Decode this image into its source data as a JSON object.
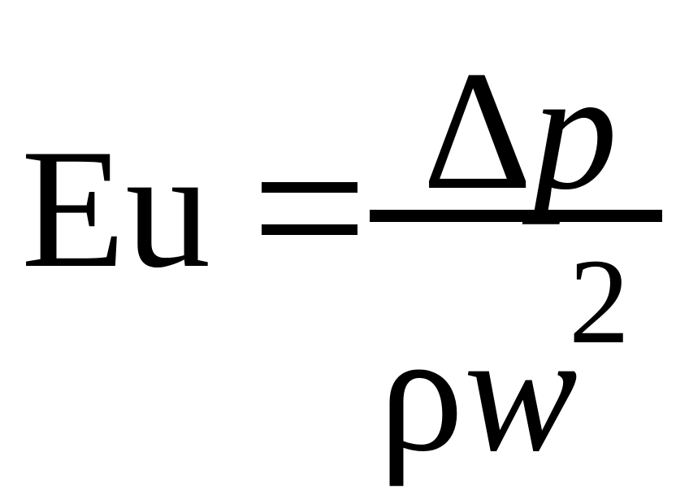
{
  "formula": {
    "lhs": "Eu",
    "numerator": {
      "delta": "Δ",
      "variable": "p"
    },
    "denominator": {
      "rho": "ρ",
      "variable": "w",
      "exponent": "2"
    }
  }
}
